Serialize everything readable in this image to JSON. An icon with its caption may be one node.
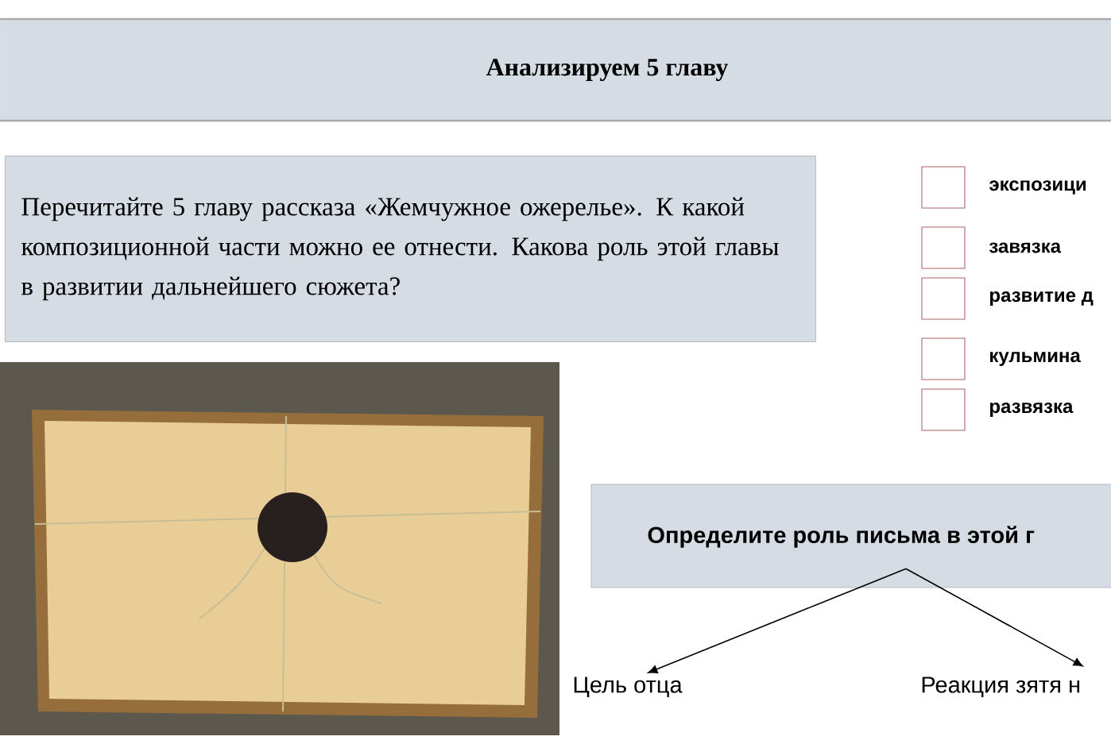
{
  "diagram": {
    "nodes": [
      {
        "text": [
          "Анализируем 5 главу"
        ]
      },
      {
        "text": [
          "Перечитайте 5 главу рассказа «Жемчужное ожерелье». К какой композиционной части можно ее отнести. Какова роль этой главы в развитии дальнейшего сюжета?"
        ]
      },
      {
        "text": [
          "Определите роль письма в этой г"
        ]
      },
      {
        "text": [
          "Цель отца"
        ]
      },
      {
        "text": [
          "Реакция зятя н"
        ]
      }
    ],
    "edges": [
      {
        "from": 2,
        "to": 3,
        "arrow": "to"
      },
      {
        "from": 2,
        "to": 4,
        "arrow": "to"
      }
    ],
    "labels": [
      "экспозици",
      "завязка",
      "развитие д",
      "кульмина",
      "развязка"
    ]
  }
}
